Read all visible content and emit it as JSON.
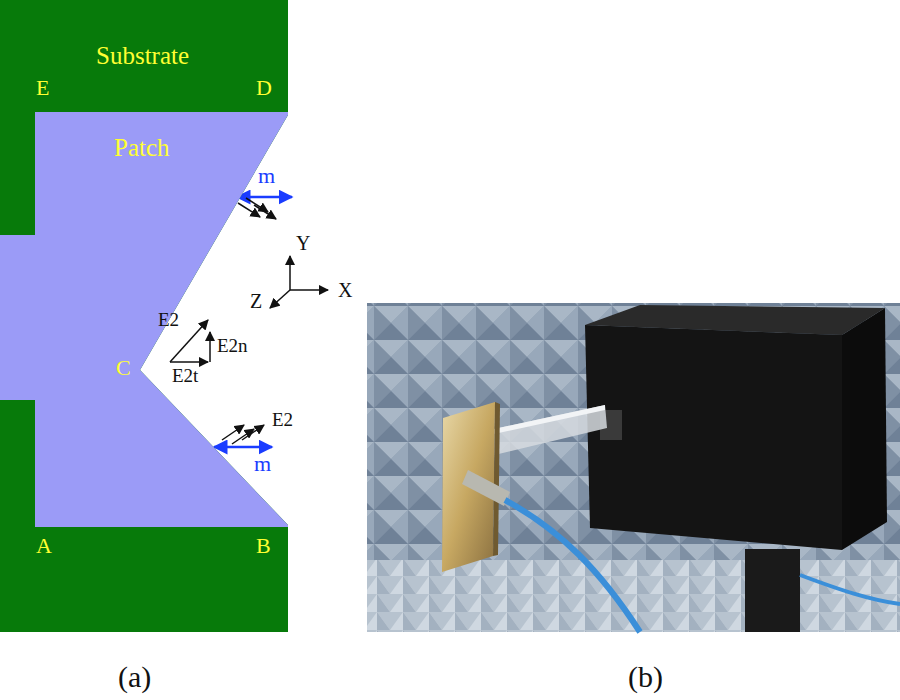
{
  "diagram": {
    "nodes": [
      {
        "text": [
          "Substrate"
        ]
      },
      {
        "text": [
          "Patch"
        ],
        "in": 0
      }
    ],
    "labels": [
      "E",
      "D",
      "C",
      "A",
      "B",
      "m",
      "m",
      "Y",
      "Z",
      "X",
      "E2",
      "E2n",
      "E2t",
      "E2",
      "(a)",
      "(b)"
    ]
  }
}
